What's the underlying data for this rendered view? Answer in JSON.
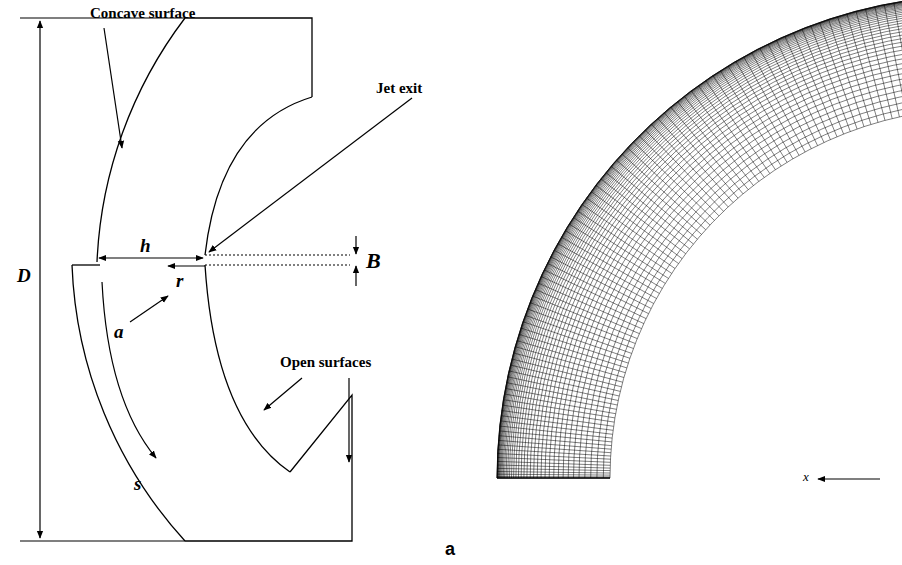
{
  "diagram": {
    "labels": [
      "Concave surface",
      "Jet exit",
      "D",
      "h",
      "r",
      "B",
      "Open surfaces",
      "a",
      "s",
      "x",
      "a"
    ]
  }
}
